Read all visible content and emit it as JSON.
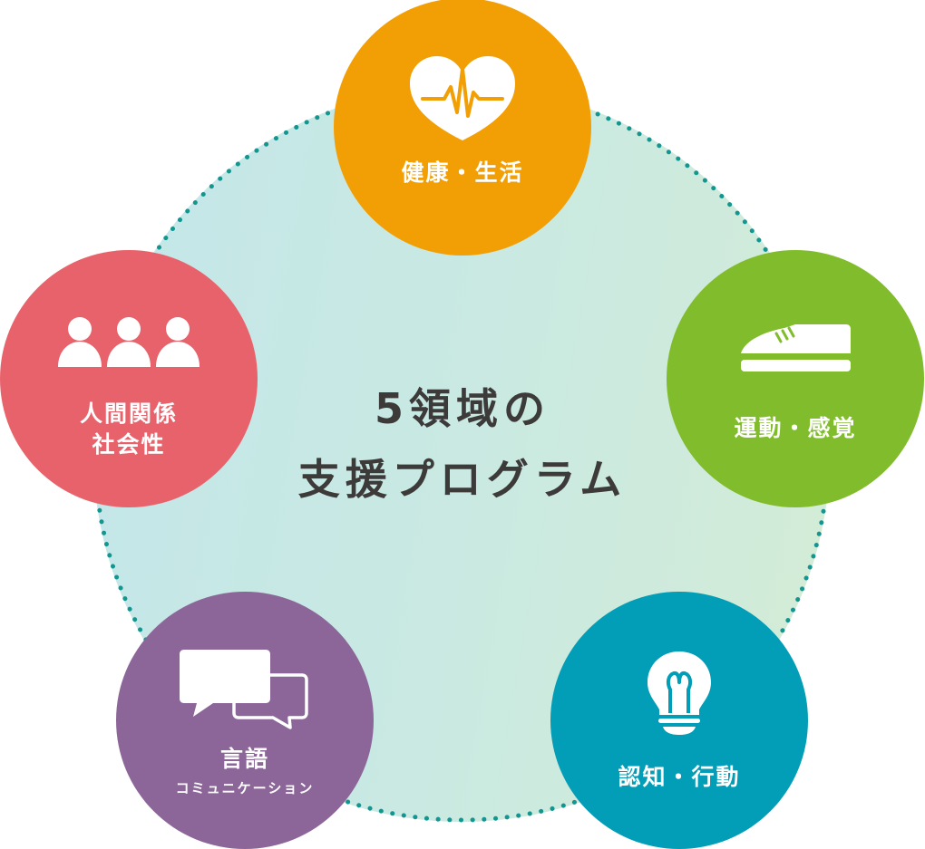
{
  "title": {
    "line1": "5領域の",
    "line2": "支援プログラム"
  },
  "colors": {
    "background_gradient": [
      "#c3e6e9",
      "#d4ecd6"
    ],
    "dotted_border": "#12968f",
    "title_text": "#3d3a3a",
    "health": "#f29f05",
    "social": "#e8626b",
    "motor": "#80bc2b",
    "language": "#8c6698",
    "cognition": "#029db6"
  },
  "domains": [
    {
      "id": "health",
      "label": "健康・生活",
      "icon": "heart-pulse-icon"
    },
    {
      "id": "motor",
      "label": "運動・感覚",
      "icon": "shoe-icon"
    },
    {
      "id": "cognition",
      "label": "認知・行動",
      "icon": "lightbulb-icon"
    },
    {
      "id": "language",
      "label": "言語",
      "sublabel": "コミュニケーション",
      "icon": "speech-bubbles-icon"
    },
    {
      "id": "social",
      "label_line1": "人間関係",
      "label_line2": "社会性",
      "icon": "people-group-icon"
    }
  ]
}
